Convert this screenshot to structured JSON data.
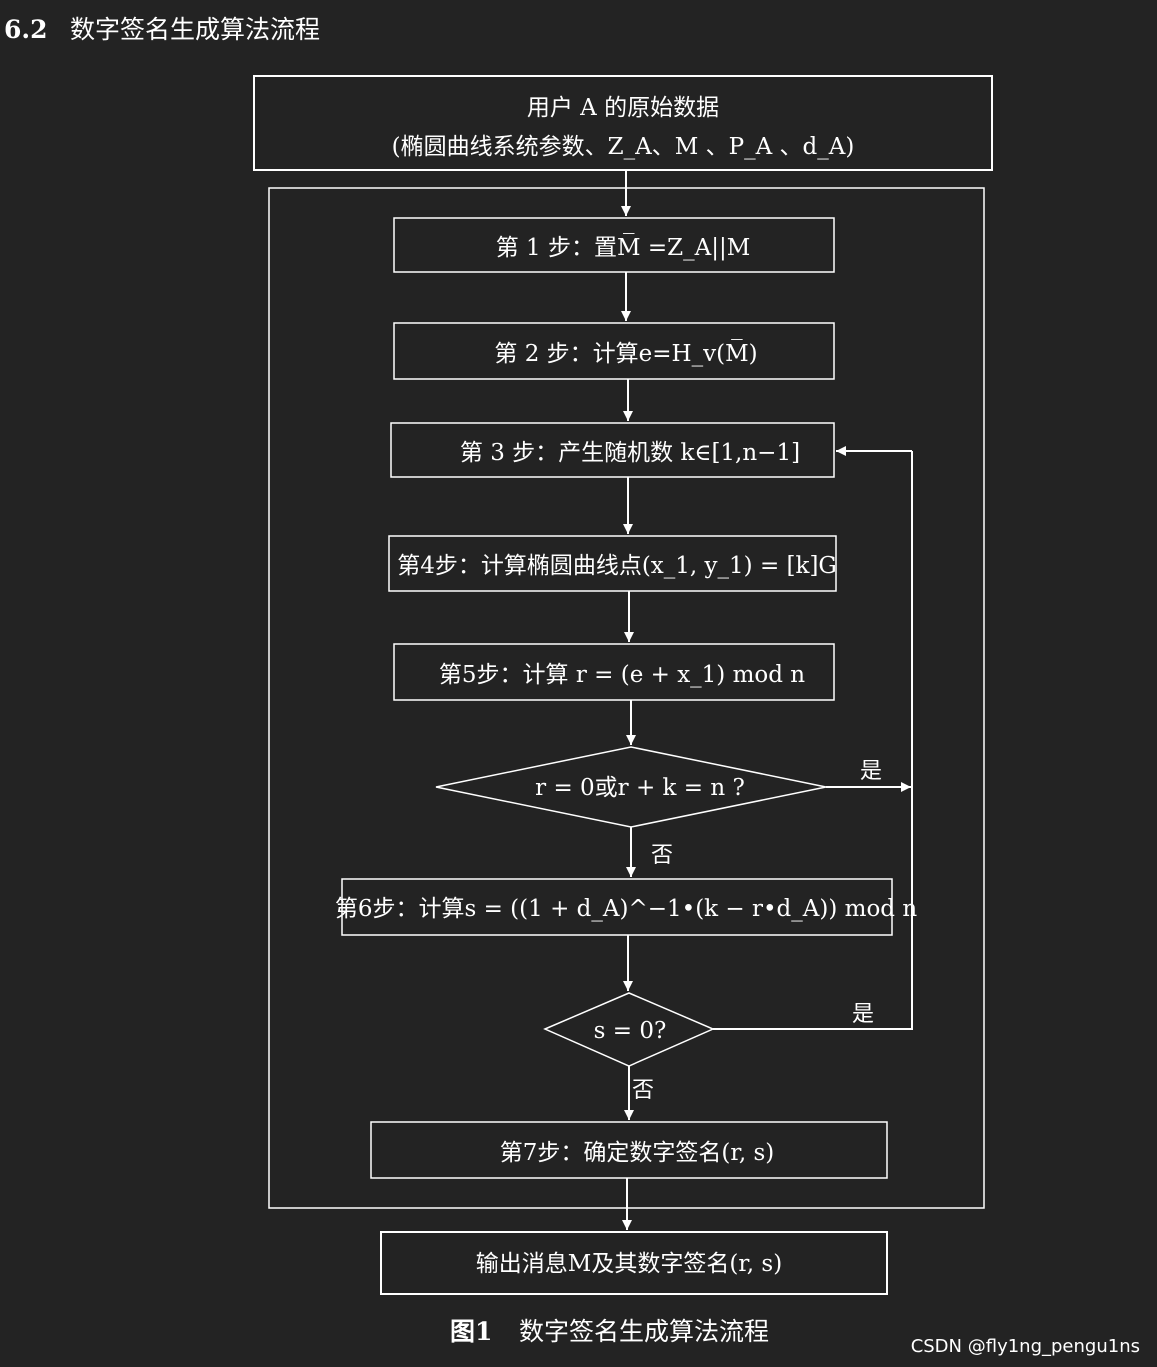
{
  "section": {
    "number": "6.2",
    "title": "数字签名生成算法流程"
  },
  "input_box": {
    "line1": "用户 A 的原始数据",
    "line2": "(椭圆曲线系统参数、Z_A、M 、P_A 、d_A)"
  },
  "steps": {
    "s1": "第 1 步：置M̅ =Z_A||M",
    "s2": "第 2 步：计算e=H_v(M̅)",
    "s3": "第 3 步：产生随机数 k∈[1,n−1]",
    "s4": "第4步：计算椭圆曲线点(x_1, y_1) = [k]G",
    "s5": "第5步：计算 r = (e + x_1) mod n",
    "d1": "r = 0或r + k = n ?",
    "s6": "第6步：计算s = ((1 + d_A)^−1•(k − r•d_A)) mod n",
    "d2": "s = 0?",
    "s7": "第7步：确定数字签名(r, s)"
  },
  "labels": {
    "yes": "是",
    "no": "否"
  },
  "output_box": {
    "text": "输出消息M及其数字签名(r, s)"
  },
  "caption": {
    "num": "图1",
    "text": "数字签名生成算法流程"
  },
  "watermark": "CSDN @fly1ng_pengu1ns",
  "colors": {
    "background": "#232323",
    "foreground": "#ffffff"
  }
}
